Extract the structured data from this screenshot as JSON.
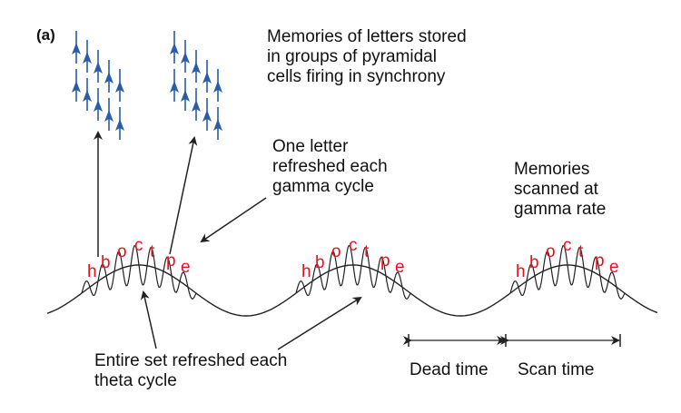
{
  "panel_label": "(a)",
  "labels": {
    "memories_stored": "Memories of letters stored\nin groups of pyramidal\ncells firing in synchrony",
    "one_letter": "One letter\nrefreshed each\ngamma cycle",
    "scanned": "Memories\nscanned at\ngamma rate",
    "entire_set": "Entire set refreshed each\ntheta cycle",
    "dead_time": "Dead time",
    "scan_time": "Scan time"
  },
  "letters": [
    "h",
    "b",
    "o",
    "c",
    "t",
    "p",
    "e"
  ],
  "theta_cycles": 3,
  "gamma_cycles_per_theta": 7,
  "colors": {
    "letters": "#e8101e",
    "cells": "#2a5caa",
    "lines": "#222222"
  },
  "cell_groups": 2
}
